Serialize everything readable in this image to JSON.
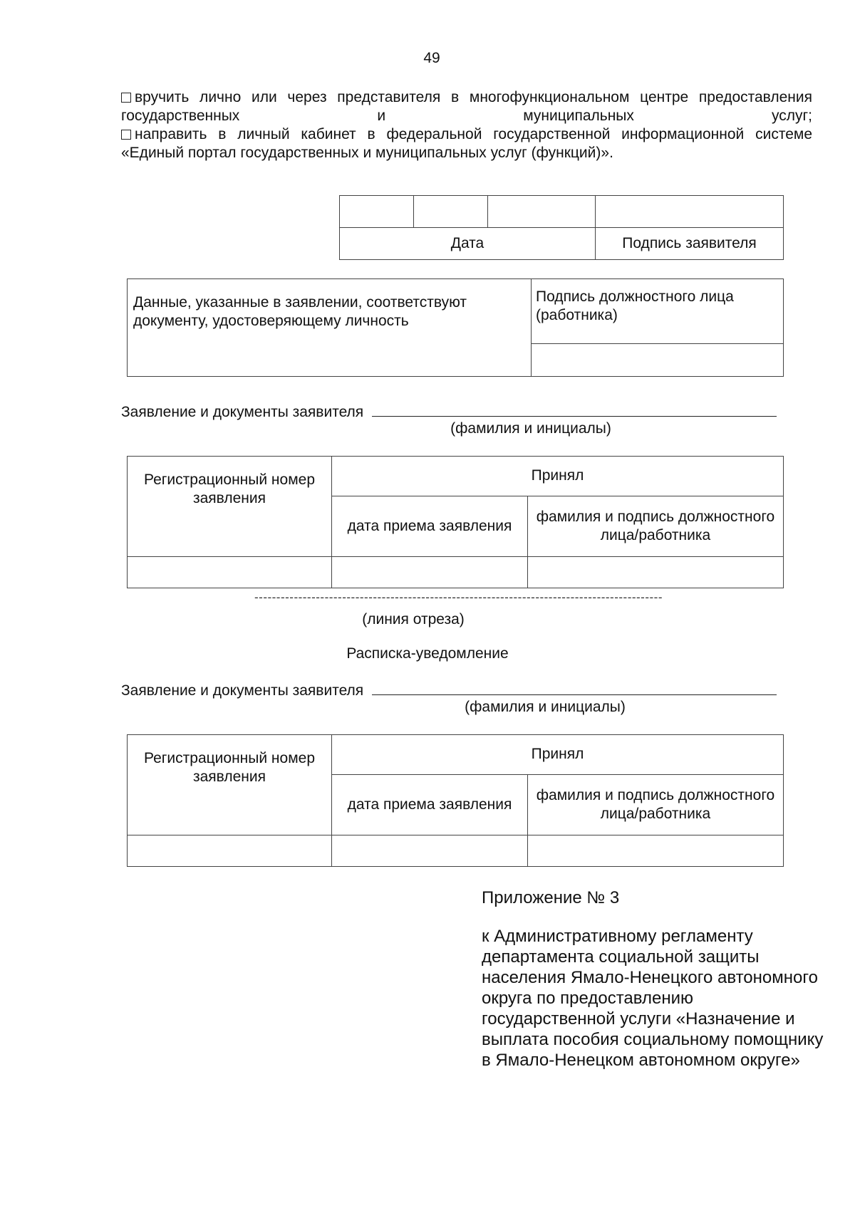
{
  "page_number": "49",
  "bullets": [
    "вручить лично или через представителя в многофункциональном центре предоставления государственных и муниципальных услуг;",
    "направить в личный кабинет в федеральной государственной информационной системе «Единый портал государственных и муниципальных услуг (функций)»."
  ],
  "date_sign_table": {
    "date_label": "Дата",
    "signature_label": "Подпись заявителя"
  },
  "verification_table": {
    "statement": "Данные, указанные в заявлении, соответствуют документу, удостоверяющему личность",
    "official_signature_label": "Подпись должностного лица (работника)"
  },
  "section1": {
    "applicant_label": "Заявление и документы заявителя",
    "name_caption": "(фамилия и инициалы)",
    "table": {
      "reg_number_label": "Регистрационный номер заявления",
      "accepted_label": "Принял",
      "date_label": "дата приема заявления",
      "name_sign_label": "фамилия и подпись должностного лица/работника"
    }
  },
  "cut_line": {
    "dashes": "---------------------------------------------------------------------------------------------",
    "label": "(линия отреза)"
  },
  "receipt_title": "Расписка-уведомление",
  "section2": {
    "applicant_label": "Заявление и документы заявителя",
    "name_caption": "(фамилия и инициалы)",
    "table": {
      "reg_number_label": "Регистрационный номер заявления",
      "accepted_label": "Принял",
      "date_label": "дата приема заявления",
      "name_sign_label": "фамилия и подпись должностного лица/работника"
    }
  },
  "appendix": {
    "title": "Приложение № 3",
    "text": "к Административному регламенту департамента социальной защиты населения Ямало-Ненецкого автономного округа по предоставлению государственной услуги «Назначение и выплата пособия социальному помощнику в Ямало-Ненецком автономном округе»"
  }
}
